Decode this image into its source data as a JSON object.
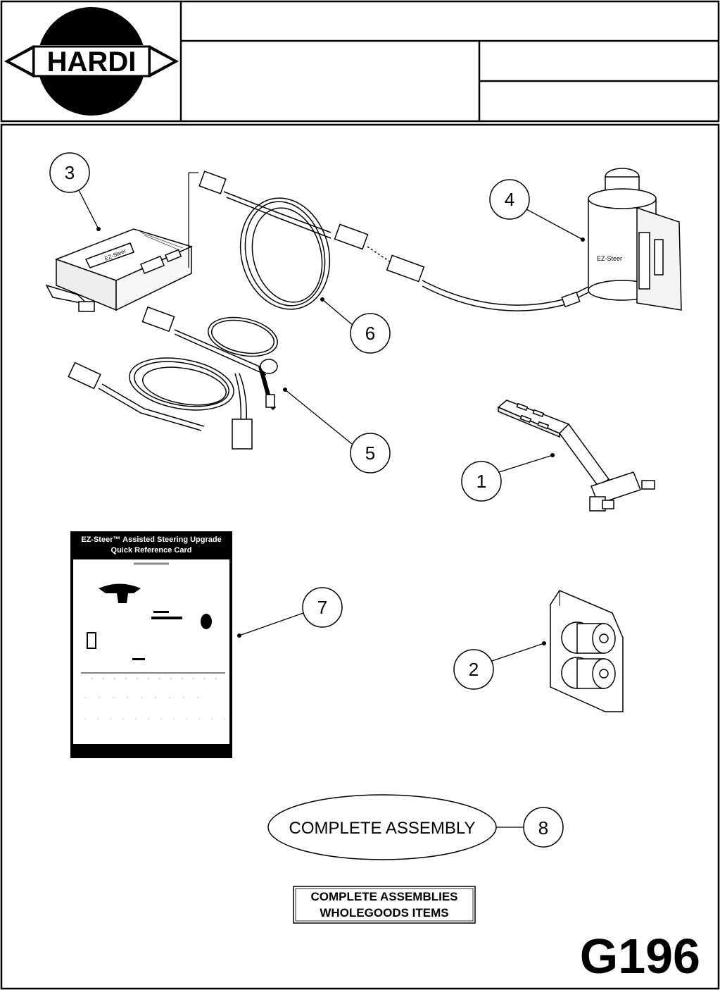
{
  "header": {
    "logo_text": "HARDI"
  },
  "callouts": [
    {
      "id": "1",
      "label": "1"
    },
    {
      "id": "2",
      "label": "2"
    },
    {
      "id": "3",
      "label": "3"
    },
    {
      "id": "4",
      "label": "4"
    },
    {
      "id": "5",
      "label": "5"
    },
    {
      "id": "6",
      "label": "6"
    },
    {
      "id": "7",
      "label": "7"
    },
    {
      "id": "8",
      "label": "8"
    }
  ],
  "card": {
    "title_line1": "EZ-Steer™ Assisted Steering Upgrade",
    "title_line2": "Quick Reference Card"
  },
  "device_labels": {
    "controller": "EZ-Steer",
    "motor": "EZ-Steer"
  },
  "assembly": {
    "label": "COMPLETE ASSEMBLY",
    "item": "8"
  },
  "footer_box": {
    "line1": "COMPLETE ASSEMBLIES",
    "line2": "WHOLEGOODS ITEMS"
  },
  "page_code": "G196"
}
